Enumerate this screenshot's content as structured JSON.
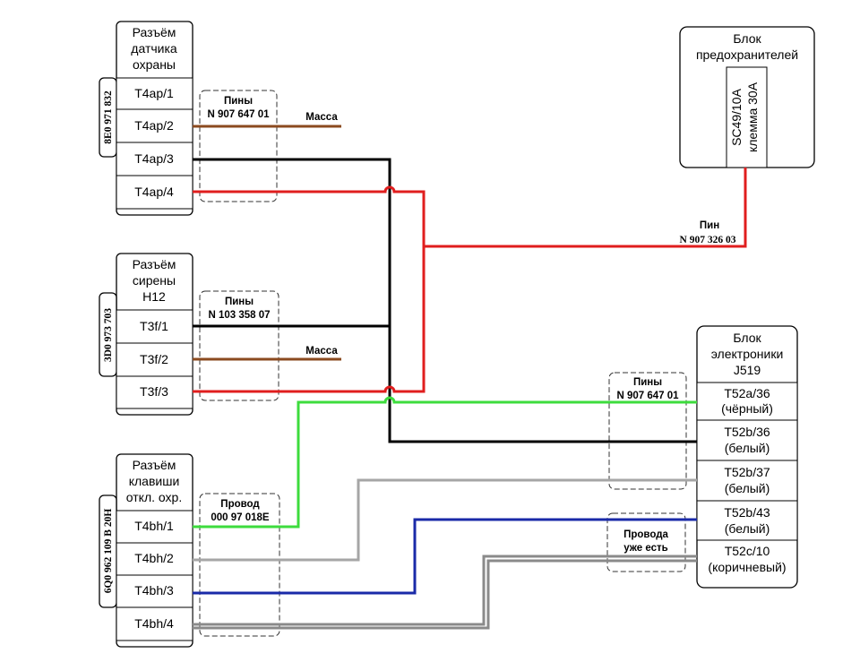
{
  "colors": {
    "black_wire": "#000000",
    "red_wire": "#e01e1e",
    "brown_wire": "#8b4a1f",
    "green_wire": "#3ddc3d",
    "gray_wire": "#a6a6a6",
    "blue_wire": "#1a2aa8",
    "gray_twin_wire": "#8a8a8a"
  },
  "connector_alarm_sensor": {
    "title": [
      "Разъём",
      "датчика",
      "охраны"
    ],
    "part_number": "8E0 971 832",
    "pins": [
      "T4ap/1",
      "T4ap/2",
      "T4ap/3",
      "T4ap/4"
    ]
  },
  "connector_siren": {
    "title": [
      "Разъём",
      "сирены",
      "H12"
    ],
    "part_number": "3D0 973 703",
    "pins": [
      "T3f/1",
      "T3f/2",
      "T3f/3"
    ]
  },
  "connector_switch": {
    "title": [
      "Разъём",
      "клавиши",
      "откл. охр."
    ],
    "part_number": "6Q0 962 109 B 20H",
    "pins": [
      "T4bh/1",
      "T4bh/2",
      "T4bh/3",
      "T4bh/4"
    ]
  },
  "fuse_block": {
    "title": [
      "Блок",
      "предохранителей"
    ],
    "slot": [
      "SC49/10A",
      "клемма 30А"
    ]
  },
  "electronics_block": {
    "title": [
      "Блок",
      "электроники",
      "J519"
    ],
    "pins": [
      [
        "T52a/36",
        "(чёрный)"
      ],
      [
        "T52b/36",
        "(белый)"
      ],
      [
        "T52b/37",
        "(белый)"
      ],
      [
        "T52b/43",
        "(белый)"
      ],
      [
        "T52c/10",
        "(коричневый)"
      ]
    ]
  },
  "labels": {
    "pins_sensor": [
      "Пины",
      "N 907 647 01"
    ],
    "pins_siren": [
      "Пины",
      "N 103 358 07"
    ],
    "wire_switch": [
      "Провод",
      "000 97 018E"
    ],
    "pins_j519": [
      "Пины",
      "N 907 647 01"
    ],
    "wires_exist": [
      "Провода",
      "уже есть"
    ],
    "pin_fuse": [
      "Пин",
      "N 907 326 03"
    ],
    "mass_1": "Масса",
    "mass_2": "Масса"
  }
}
